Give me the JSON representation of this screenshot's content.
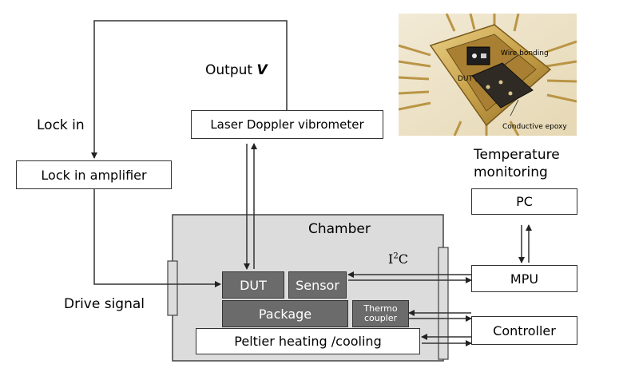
{
  "labels": {
    "output_prefix": "Output ",
    "output_var": "V",
    "lock_in": "Lock in",
    "drive_signal": "Drive signal",
    "chamber": "Chamber",
    "temp_monitoring_1": "Temperature",
    "temp_monitoring_2": "monitoring",
    "i2c_base": "I",
    "i2c_sup": "2",
    "i2c_tail": "C"
  },
  "boxes": {
    "laser": "Laser Doppler vibrometer",
    "lock_amp": "Lock in amplifier",
    "pc": "PC",
    "mpu": "MPU",
    "controller": "Controller",
    "dut": "DUT",
    "sensor": "Sensor",
    "package": "Package",
    "thermo_1": "Thermo",
    "thermo_2": "coupler",
    "peltier": "Peltier heating /cooling"
  },
  "photo": {
    "chip_label": "DUT",
    "wire_bonding": "Wire bonding",
    "conductive_epoxy": "Conductive epoxy"
  },
  "colors": {
    "chamber_fill": "#dcdcdc",
    "component_fill": "#6b6b6b",
    "gold": "#c9a24a"
  }
}
